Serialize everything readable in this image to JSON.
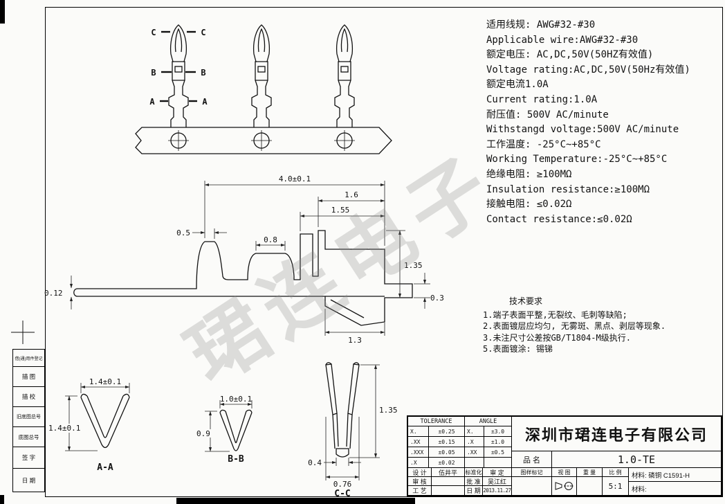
{
  "watermark": "珺连电子",
  "specs": {
    "lines": [
      "适用线规: AWG#32-#30",
      "Applicable wire:AWG#32-#30",
      "额定电压: AC,DC,50V(50HZ有效值)",
      "Voltage rating:AC,DC,50V(50Hz有效值)",
      "额定电流1.0A",
      "Current rating:1.0A",
      "耐压值: 500V AC/minute",
      "Withstangd voltage:500V AC/minute",
      "工作温度: -25°C~+85°C",
      "Working Temperature:-25°C~+85°C",
      "绝缘电阻: ≥100MΩ",
      "Insulation resistance:≥100MΩ",
      "接触电阻: ≤0.02Ω",
      "Contact resistance:≤0.02Ω"
    ]
  },
  "tech": {
    "title": "技术要求",
    "items": [
      "1.端子表面平整,无裂纹、毛刺等缺陷;",
      "2.表面镀层应均匀, 无雾斑、黑点、剥层等现象.",
      "3.未注尺寸公差按GB/T1804-M级执行.",
      "5.表面镀涂: 锡锑"
    ]
  },
  "drawing": {
    "section_marks": {
      "c": "C",
      "b": "B",
      "a": "A"
    },
    "dims": {
      "overall": "4.0±0.1",
      "d16": "1.6",
      "d155": "1.55",
      "d05": "0.5",
      "d08": "0.8",
      "d135": "1.35",
      "t012": "0.12",
      "d03": "0.3",
      "d13": "1.3"
    },
    "sections": {
      "aa": {
        "label": "A-A",
        "w": "1.4±0.1",
        "h": "1.4±0.1"
      },
      "bb": {
        "label": "B-B",
        "w": "1.0±0.1",
        "h": "0.9"
      },
      "cc": {
        "label": "C-C",
        "h": "1.35",
        "w1": "0.4",
        "w2": "0.76"
      }
    }
  },
  "titleblock": {
    "tolerance_title": "TOLERANCE",
    "angle_title": "ANGLE",
    "tol_rows": [
      [
        "X.",
        "±0.25"
      ],
      [
        ".XX",
        "±0.15"
      ],
      [
        ".XXX",
        "±0.05"
      ],
      [
        ".X",
        "±0.02"
      ]
    ],
    "angle_rows": [
      [
        "X.",
        "±3.0"
      ],
      [
        ".X",
        "±1.0"
      ],
      [
        ".XX",
        "±0.5"
      ],
      [
        "",
        ""
      ]
    ],
    "company": "深圳市珺连电子有限公司",
    "product_label": "品 名",
    "product_value": "1.0-TE",
    "design_label": "设 计",
    "designer": "伍井平",
    "standard_label": "标准化",
    "approve_label": "审 定",
    "check_label": "审 核",
    "ratify_label": "批 准",
    "ratifier": "吴江红",
    "process_label": "工 艺",
    "date_label": "日 期",
    "date_value": "2013.11.27",
    "mark_label": "图样标记",
    "view_label": "视 图",
    "weight_label": "重 量",
    "scale_label": "比 例",
    "scale_value": "5:1",
    "material_value": "材料: 磷铜 C1591-H",
    "material_label": "材料:"
  },
  "sidebar": {
    "labels": [
      "借(通)用件登记",
      "描 图",
      "描 校",
      "旧底图总号",
      "底图总号",
      "签 字",
      "日 期"
    ]
  }
}
